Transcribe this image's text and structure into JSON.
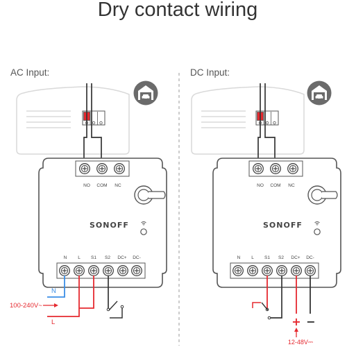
{
  "title": "Dry contact wiring",
  "panels": {
    "ac": {
      "heading": "AC Input:",
      "brand": "SONOFF",
      "top_terminals": [
        "NO",
        "COM",
        "NC"
      ],
      "bottom_terminals": [
        "N",
        "L",
        "S1",
        "S2",
        "DC+",
        "DC-"
      ],
      "neutral_label": "N",
      "voltage_label": "100-240V~",
      "live_label": "L"
    },
    "dc": {
      "heading": "DC Input:",
      "brand": "SONOFF",
      "top_terminals": [
        "NO",
        "COM",
        "NC"
      ],
      "bottom_terminals": [
        "N",
        "L",
        "S1",
        "S2",
        "DC+",
        "DC-"
      ],
      "plus_label": "+",
      "minus_label": "−",
      "voltage_label": "12-48V⎓"
    }
  },
  "icons": {
    "garage": "garage-door-icon",
    "wifi": "wifi-icon"
  },
  "colors": {
    "wire_dark": "#333333",
    "wire_red": "#e5292f",
    "wire_blue": "#3a8ee6",
    "device_outline": "#555555",
    "motor_outline": "#d9d9d9",
    "icon_circle": "#6b6b6b",
    "divider": "#aaaaaa"
  }
}
